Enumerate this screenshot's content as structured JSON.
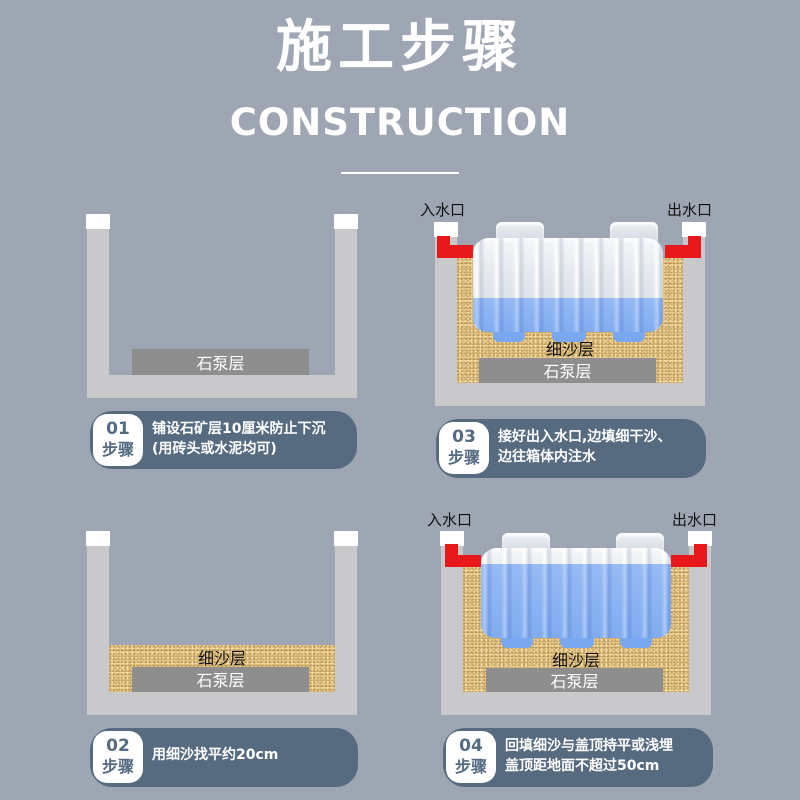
{
  "header": {
    "title": "施工步骤",
    "subtitle": "CONSTRUCTION"
  },
  "labels": {
    "gravel_layer": "石泵层",
    "sand_layer": "细沙层",
    "inlet": "入水口",
    "outlet": "出水口"
  },
  "colors": {
    "background": "#9ea6b4",
    "pit_wall": "#c9c9cb",
    "gravel": "#8f8e8f",
    "sand": "#e6c889",
    "pipe": "#e8171b",
    "water": "#7aa8f0",
    "badge": "#566a80"
  },
  "steps": [
    {
      "number": "01",
      "word": "步骤",
      "lines": [
        "铺设石矿层10厘米防止下沉",
        "(用砖头或水泥均可)"
      ]
    },
    {
      "number": "02",
      "word": "步骤",
      "lines": [
        "用细沙找平约20cm"
      ]
    },
    {
      "number": "03",
      "word": "步骤",
      "lines": [
        "接好出入水口,边填细干沙、",
        "边往箱体内注水"
      ]
    },
    {
      "number": "04",
      "word": "步骤",
      "lines": [
        "回填细沙与盖顶持平或浅埋",
        "盖顶距地面不超过50cm"
      ]
    }
  ]
}
